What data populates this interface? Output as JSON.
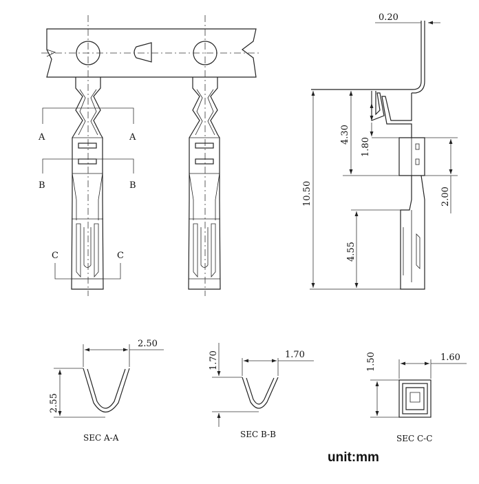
{
  "dimensions": {
    "thickness": "0.20",
    "crimp_height": "4.30",
    "slot_height": "1.80",
    "window_height": "2.00",
    "total_length": "10.50",
    "contact_length": "4.55",
    "sec_a_width": "2.50",
    "sec_a_height": "2.55",
    "sec_b_width": "1.70",
    "sec_b_height": "1.70",
    "sec_c_width": "1.60",
    "sec_c_height": "1.50"
  },
  "section_marks": {
    "a": "A",
    "b": "B",
    "c": "C"
  },
  "captions": {
    "sec_a": "SEC A-A",
    "sec_b": "SEC B-B",
    "sec_c": "SEC C-C"
  },
  "unit_label": "unit:mm"
}
